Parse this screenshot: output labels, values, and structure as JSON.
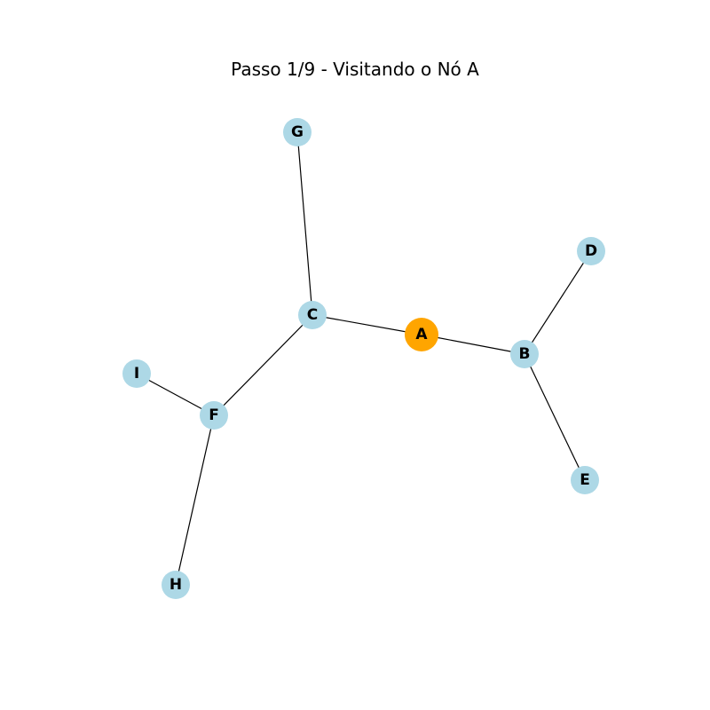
{
  "title": "Passo 1/9 - Visitando o Nó A",
  "colors": {
    "visited": "#FFA500",
    "unvisited": "#ADD8E6"
  },
  "current_node": "A",
  "nodes": [
    {
      "id": "A",
      "label": "A",
      "state": "visited"
    },
    {
      "id": "B",
      "label": "B",
      "state": "unvisited"
    },
    {
      "id": "C",
      "label": "C",
      "state": "unvisited"
    },
    {
      "id": "D",
      "label": "D",
      "state": "unvisited"
    },
    {
      "id": "E",
      "label": "E",
      "state": "unvisited"
    },
    {
      "id": "F",
      "label": "F",
      "state": "unvisited"
    },
    {
      "id": "G",
      "label": "G",
      "state": "unvisited"
    },
    {
      "id": "H",
      "label": "H",
      "state": "unvisited"
    },
    {
      "id": "I",
      "label": "I",
      "state": "unvisited"
    }
  ],
  "edges": [
    [
      "A",
      "B"
    ],
    [
      "A",
      "C"
    ],
    [
      "B",
      "D"
    ],
    [
      "B",
      "E"
    ],
    [
      "C",
      "F"
    ],
    [
      "C",
      "G"
    ],
    [
      "F",
      "H"
    ],
    [
      "F",
      "I"
    ]
  ]
}
